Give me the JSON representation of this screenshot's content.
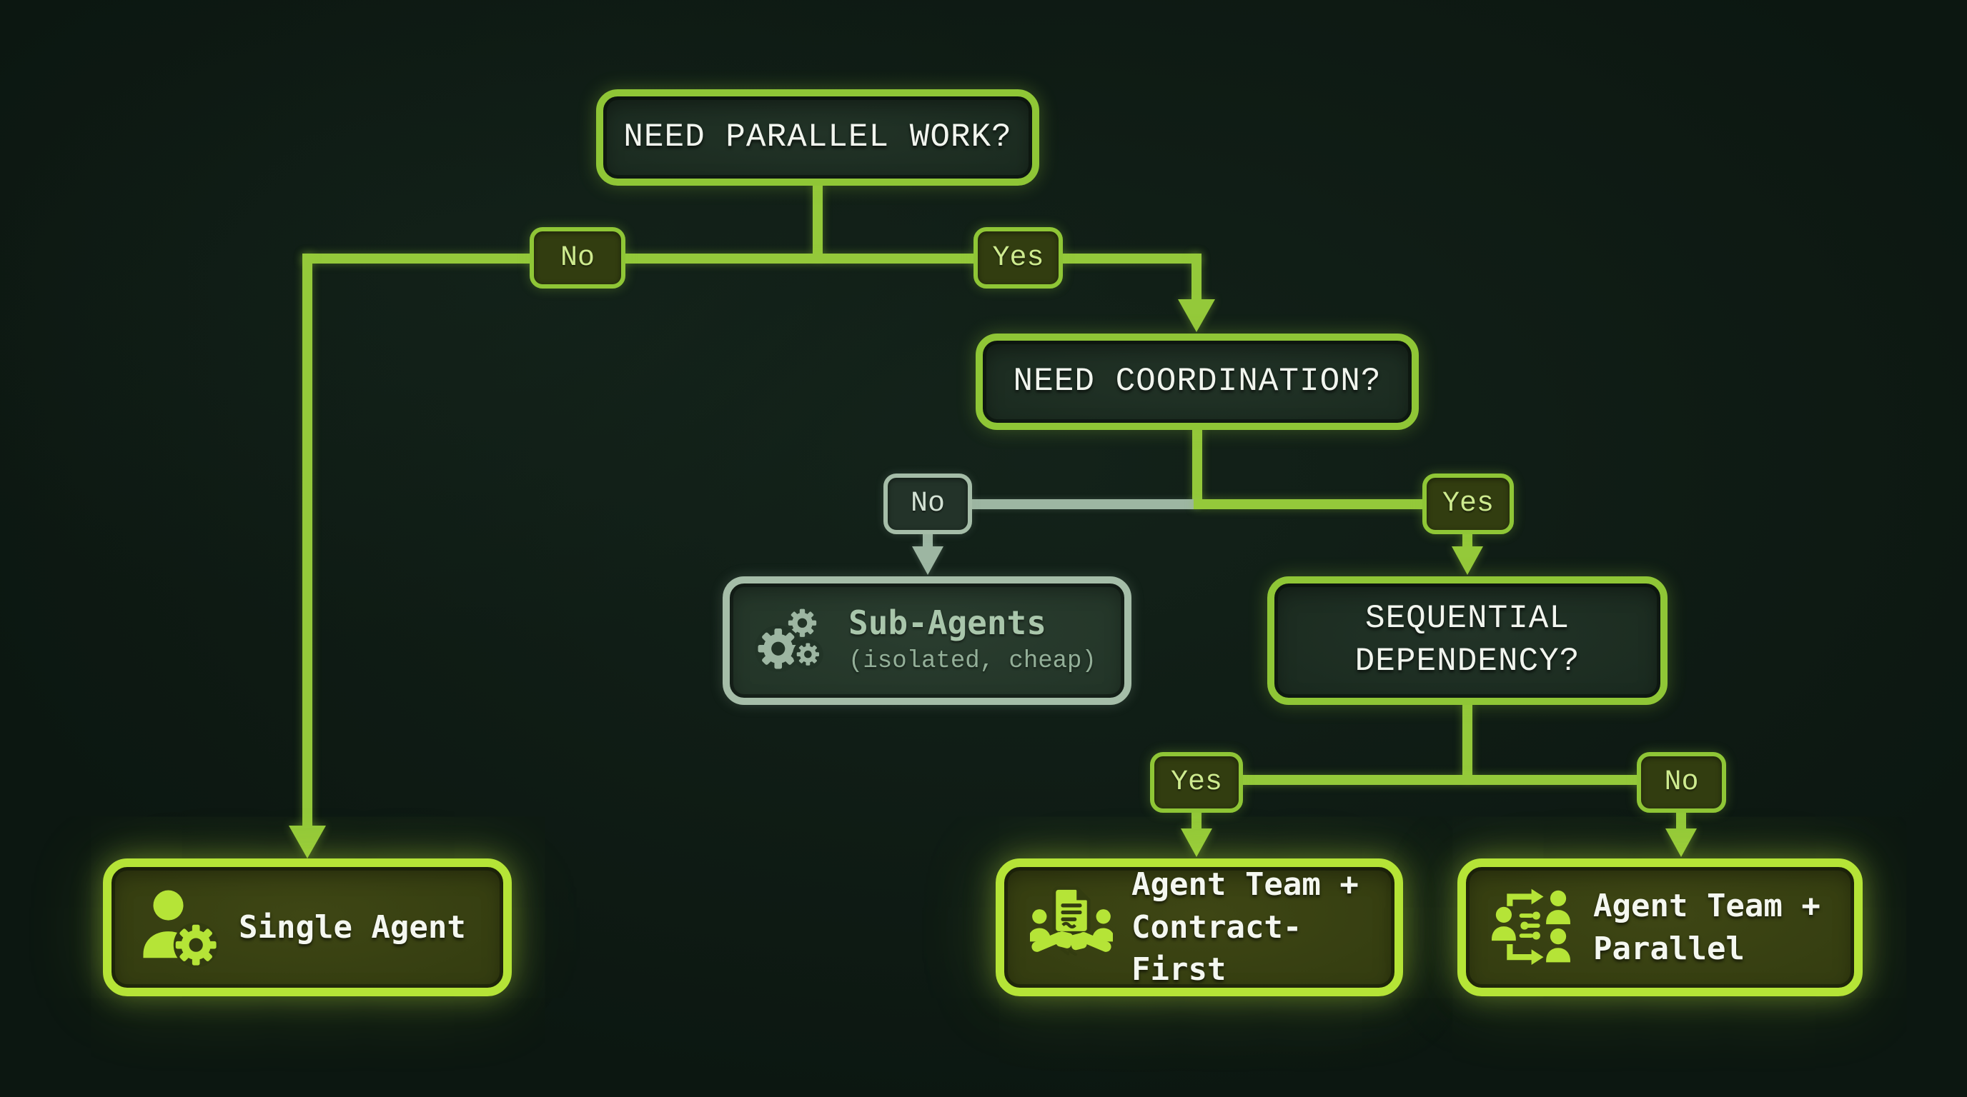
{
  "colors": {
    "background": "#0c1711",
    "line_bright": "#94c93a",
    "border_question": "#8fc636",
    "border_endbox": "#b5e437",
    "icon_bright": "#b5e437",
    "fill_question": "#1d2d22",
    "fill_endbox": "#333c10",
    "fill_badge": "#323d10",
    "badge_text": "#cdea8e",
    "question_text": "#f1f5ee",
    "endbox_text": "#f4f7f0",
    "muted_line": "#9db6a2",
    "muted_border": "#a5bda8",
    "muted_badge_fill": "#233329",
    "muted_badge_text": "#d3e2d4",
    "muted_text": "#a9c6ab",
    "muted_subtext": "#93af98"
  },
  "nodes": {
    "need_parallel_work": {
      "label": "NEED PARALLEL WORK?"
    },
    "need_coordination": {
      "label": "NEED COORDINATION?"
    },
    "sequential_dependency": {
      "label_line1": "SEQUENTIAL",
      "label_line2": "DEPENDENCY?"
    },
    "sub_agents": {
      "title": "Sub-Agents",
      "subtitle": "(isolated, cheap)",
      "icon": "gears-icon"
    },
    "single_agent": {
      "label": "Single Agent",
      "icon": "person-gear-icon"
    },
    "agent_team_contract_first": {
      "label_line1": "Agent Team +",
      "label_line2": "Contract-First",
      "icon": "document-handshake-team-icon"
    },
    "agent_team_parallel": {
      "label_line1": "Agent Team +",
      "label_line2": "Parallel",
      "icon": "team-fanout-arrows-icon"
    }
  },
  "edge_labels": {
    "parallel_no": "No",
    "parallel_yes": "Yes",
    "coordination_no": "No",
    "coordination_yes": "Yes",
    "sequential_yes": "Yes",
    "sequential_no": "No"
  }
}
